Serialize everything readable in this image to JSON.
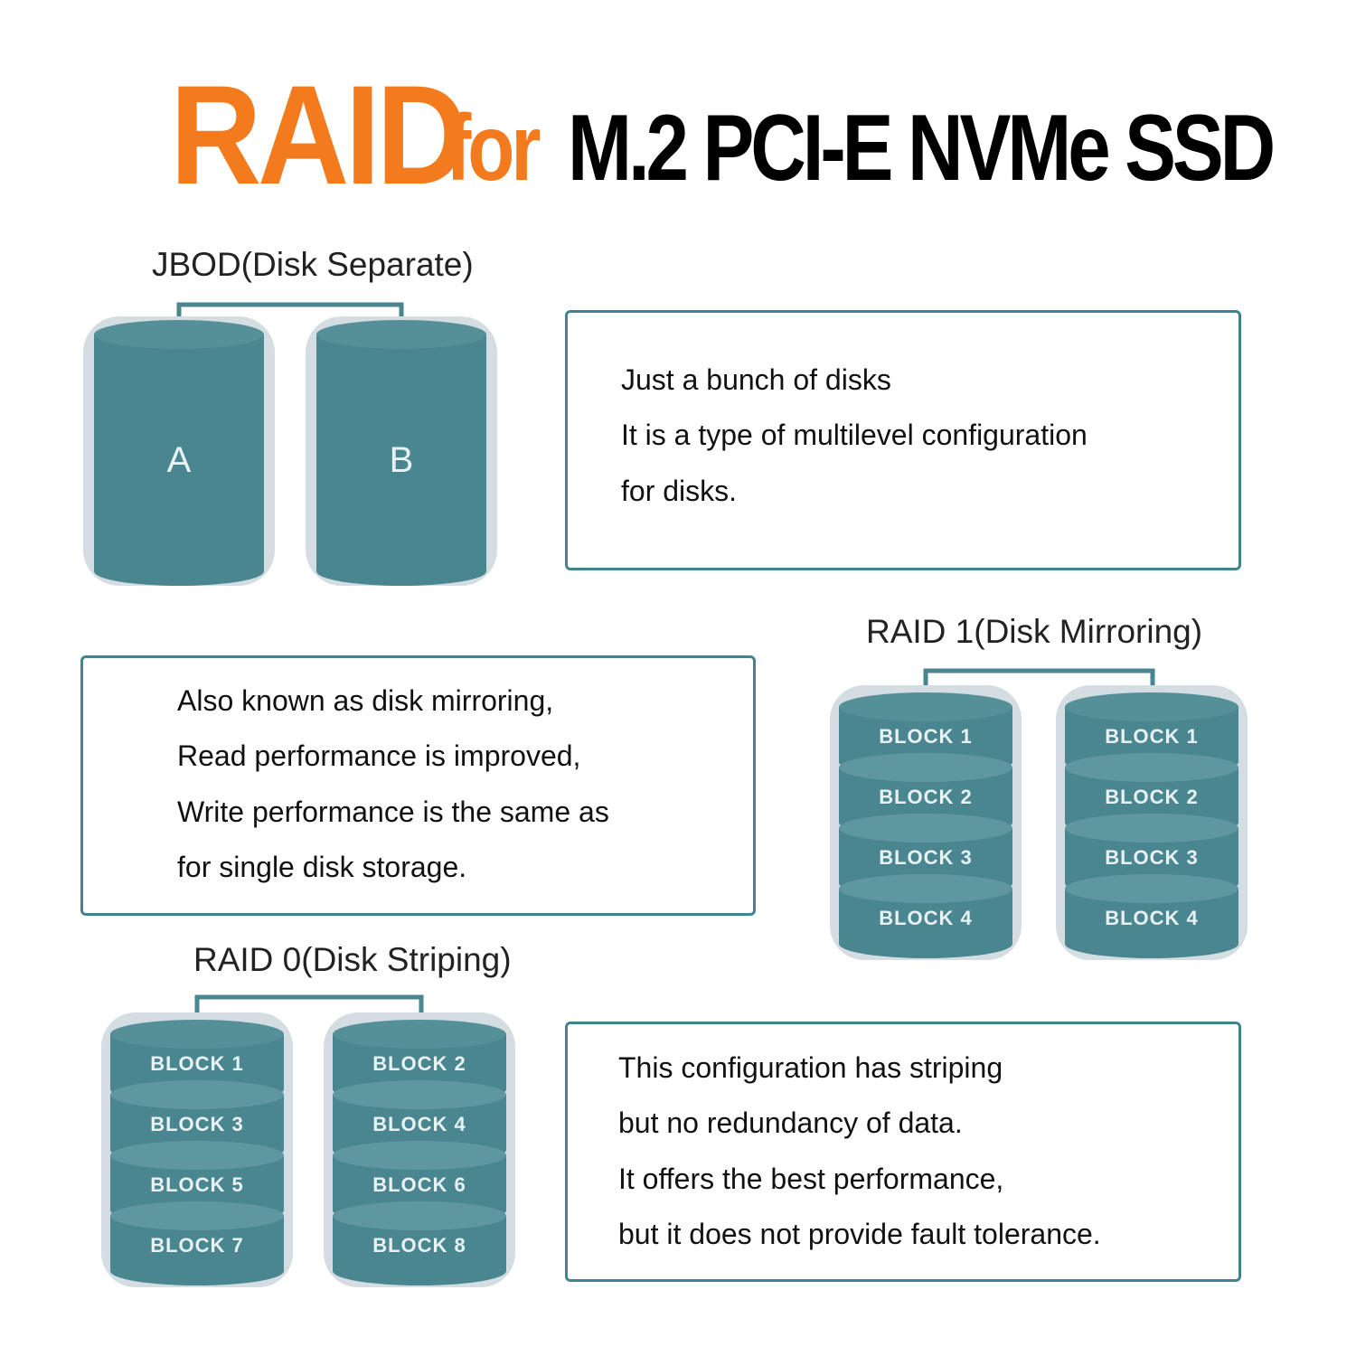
{
  "title": {
    "raid": "RAID",
    "for": "for",
    "rest": "M.2 PCI-E NVMe SSD"
  },
  "colors": {
    "accent": "#f47a1e",
    "disk": "#4a8690",
    "disk_rim": "#cfd9de",
    "box_border": "#41848e"
  },
  "jbod": {
    "heading": "JBOD(Disk Separate)",
    "disks": [
      "A",
      "B"
    ],
    "description": [
      "Just a bunch of disks",
      "It is a type of multilevel configuration",
      "for disks."
    ]
  },
  "raid1": {
    "heading": "RAID 1(Disk Mirroring)",
    "disk_left": [
      "BLOCK 1",
      "BLOCK 2",
      "BLOCK 3",
      "BLOCK 4"
    ],
    "disk_right": [
      "BLOCK 1",
      "BLOCK 2",
      "BLOCK 3",
      "BLOCK 4"
    ],
    "description": [
      "Also known as disk mirroring,",
      "Read performance is improved,",
      "Write performance is the same as",
      "for single disk storage."
    ]
  },
  "raid0": {
    "heading": "RAID 0(Disk Striping)",
    "disk_left": [
      "BLOCK 1",
      "BLOCK 3",
      "BLOCK 5",
      "BLOCK 7"
    ],
    "disk_right": [
      "BLOCK 2",
      "BLOCK 4",
      "BLOCK 6",
      "BLOCK 8"
    ],
    "description": [
      "This configuration has striping",
      "but no redundancy of data.",
      "It offers the best performance,",
      "but it does not provide fault tolerance."
    ]
  }
}
